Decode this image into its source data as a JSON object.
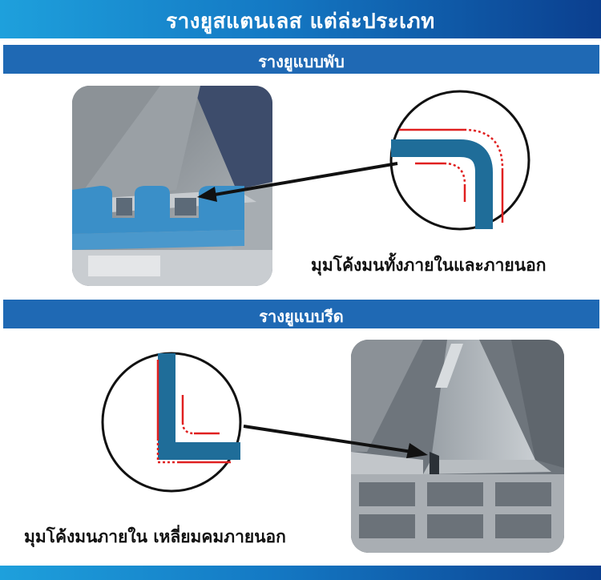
{
  "header": {
    "title": "รางยูสแตนเลส แต่ล่ะประเภท"
  },
  "sections": [
    {
      "title": "รางยูแบบพับ",
      "caption": "มุมโค้งมนทั้งภายในและภายนอก"
    },
    {
      "title": "รางยูแบบรีด",
      "caption": "มุมโค้งมนภายใน เหลี่ยมคมภายนอก"
    }
  ],
  "colors": {
    "header_gradient": [
      "#1ea0dc",
      "#1479c4",
      "#0b3f8f"
    ],
    "section_bar": "#1f69b4",
    "profile_blue": "#1f6d99",
    "guide_red": "#e02020",
    "arrow": "#111111"
  },
  "icons": [
    "rounded-corner-detail-icon",
    "sharp-corner-detail-icon",
    "pointer-arrow-icon"
  ]
}
